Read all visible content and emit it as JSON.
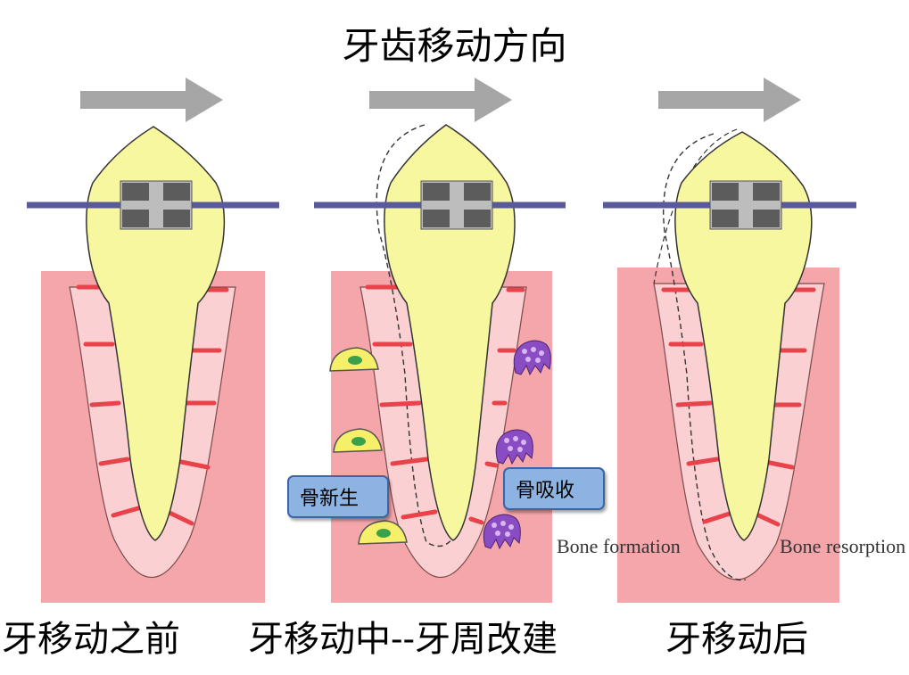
{
  "title": "牙齿移动方向",
  "stages": [
    {
      "caption": "牙移动之前"
    },
    {
      "caption": "牙移动中--牙周改建"
    },
    {
      "caption": "牙移动后"
    }
  ],
  "callouts": {
    "bone_new": "骨新生",
    "bone_absorb": "骨吸收"
  },
  "english_labels": {
    "formation": "Bone formation",
    "resorption": "Bone resorption"
  },
  "colors": {
    "bone": "#f4a6aa",
    "ligament": "#fbd0d2",
    "tooth": "#f7f7a0",
    "fiber": "#e8434a",
    "wire": "#5a5a9a",
    "bracket": "#5c5c5c",
    "arrow": "#a6a6a6",
    "osteoblast": "#f5ef6a",
    "osteoclast": "#8a4cc2"
  },
  "icons": [
    "direction-arrow-icon",
    "orthodontic-bracket-icon",
    "osteoblast-cell-icon",
    "osteoclast-cell-icon"
  ]
}
